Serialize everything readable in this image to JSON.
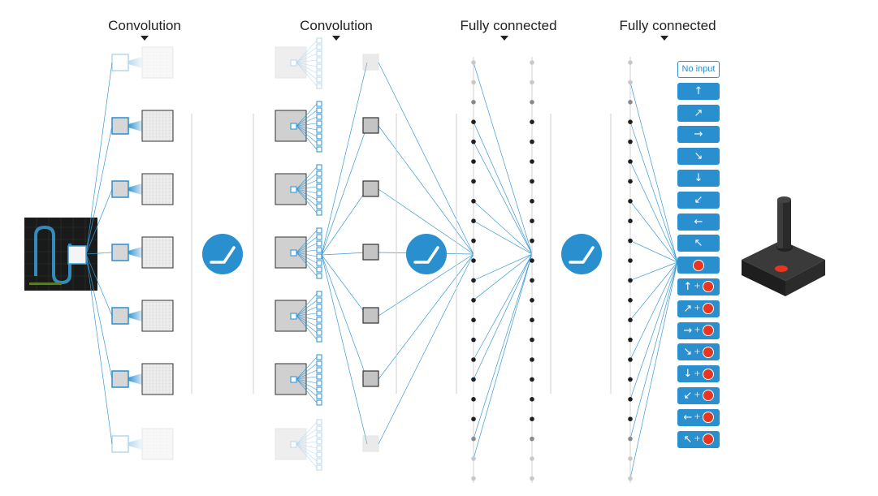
{
  "layers": [
    {
      "id": "conv1",
      "title": "Convolution"
    },
    {
      "id": "conv2",
      "title": "Convolution"
    },
    {
      "id": "fc1",
      "title": "Fully connected"
    },
    {
      "id": "fc2",
      "title": "Fully connected"
    }
  ],
  "activation_icon": "relu-icon",
  "controller_icon": "joystick-icon",
  "actions": [
    {
      "label": "No input"
    },
    {
      "arrow": "↑",
      "fire": false
    },
    {
      "arrow": "↗",
      "fire": false
    },
    {
      "arrow": "→",
      "fire": false
    },
    {
      "arrow": "↘",
      "fire": false
    },
    {
      "arrow": "↓",
      "fire": false
    },
    {
      "arrow": "↙",
      "fire": false
    },
    {
      "arrow": "←",
      "fire": false
    },
    {
      "arrow": "↖",
      "fire": false
    },
    {
      "arrow": "",
      "fire": true
    },
    {
      "arrow": "↑",
      "fire": true
    },
    {
      "arrow": "↗",
      "fire": true
    },
    {
      "arrow": "→",
      "fire": true
    },
    {
      "arrow": "↘",
      "fire": true
    },
    {
      "arrow": "↓",
      "fire": true
    },
    {
      "arrow": "↙",
      "fire": true
    },
    {
      "arrow": "←",
      "fire": true
    },
    {
      "arrow": "↖",
      "fire": true
    }
  ],
  "colors": {
    "accent": "#2a8fcf",
    "line": "#3a9ad6",
    "node": "#1f1f1f",
    "node_faded": "#c8c8c8",
    "fire": "#e8351f"
  }
}
